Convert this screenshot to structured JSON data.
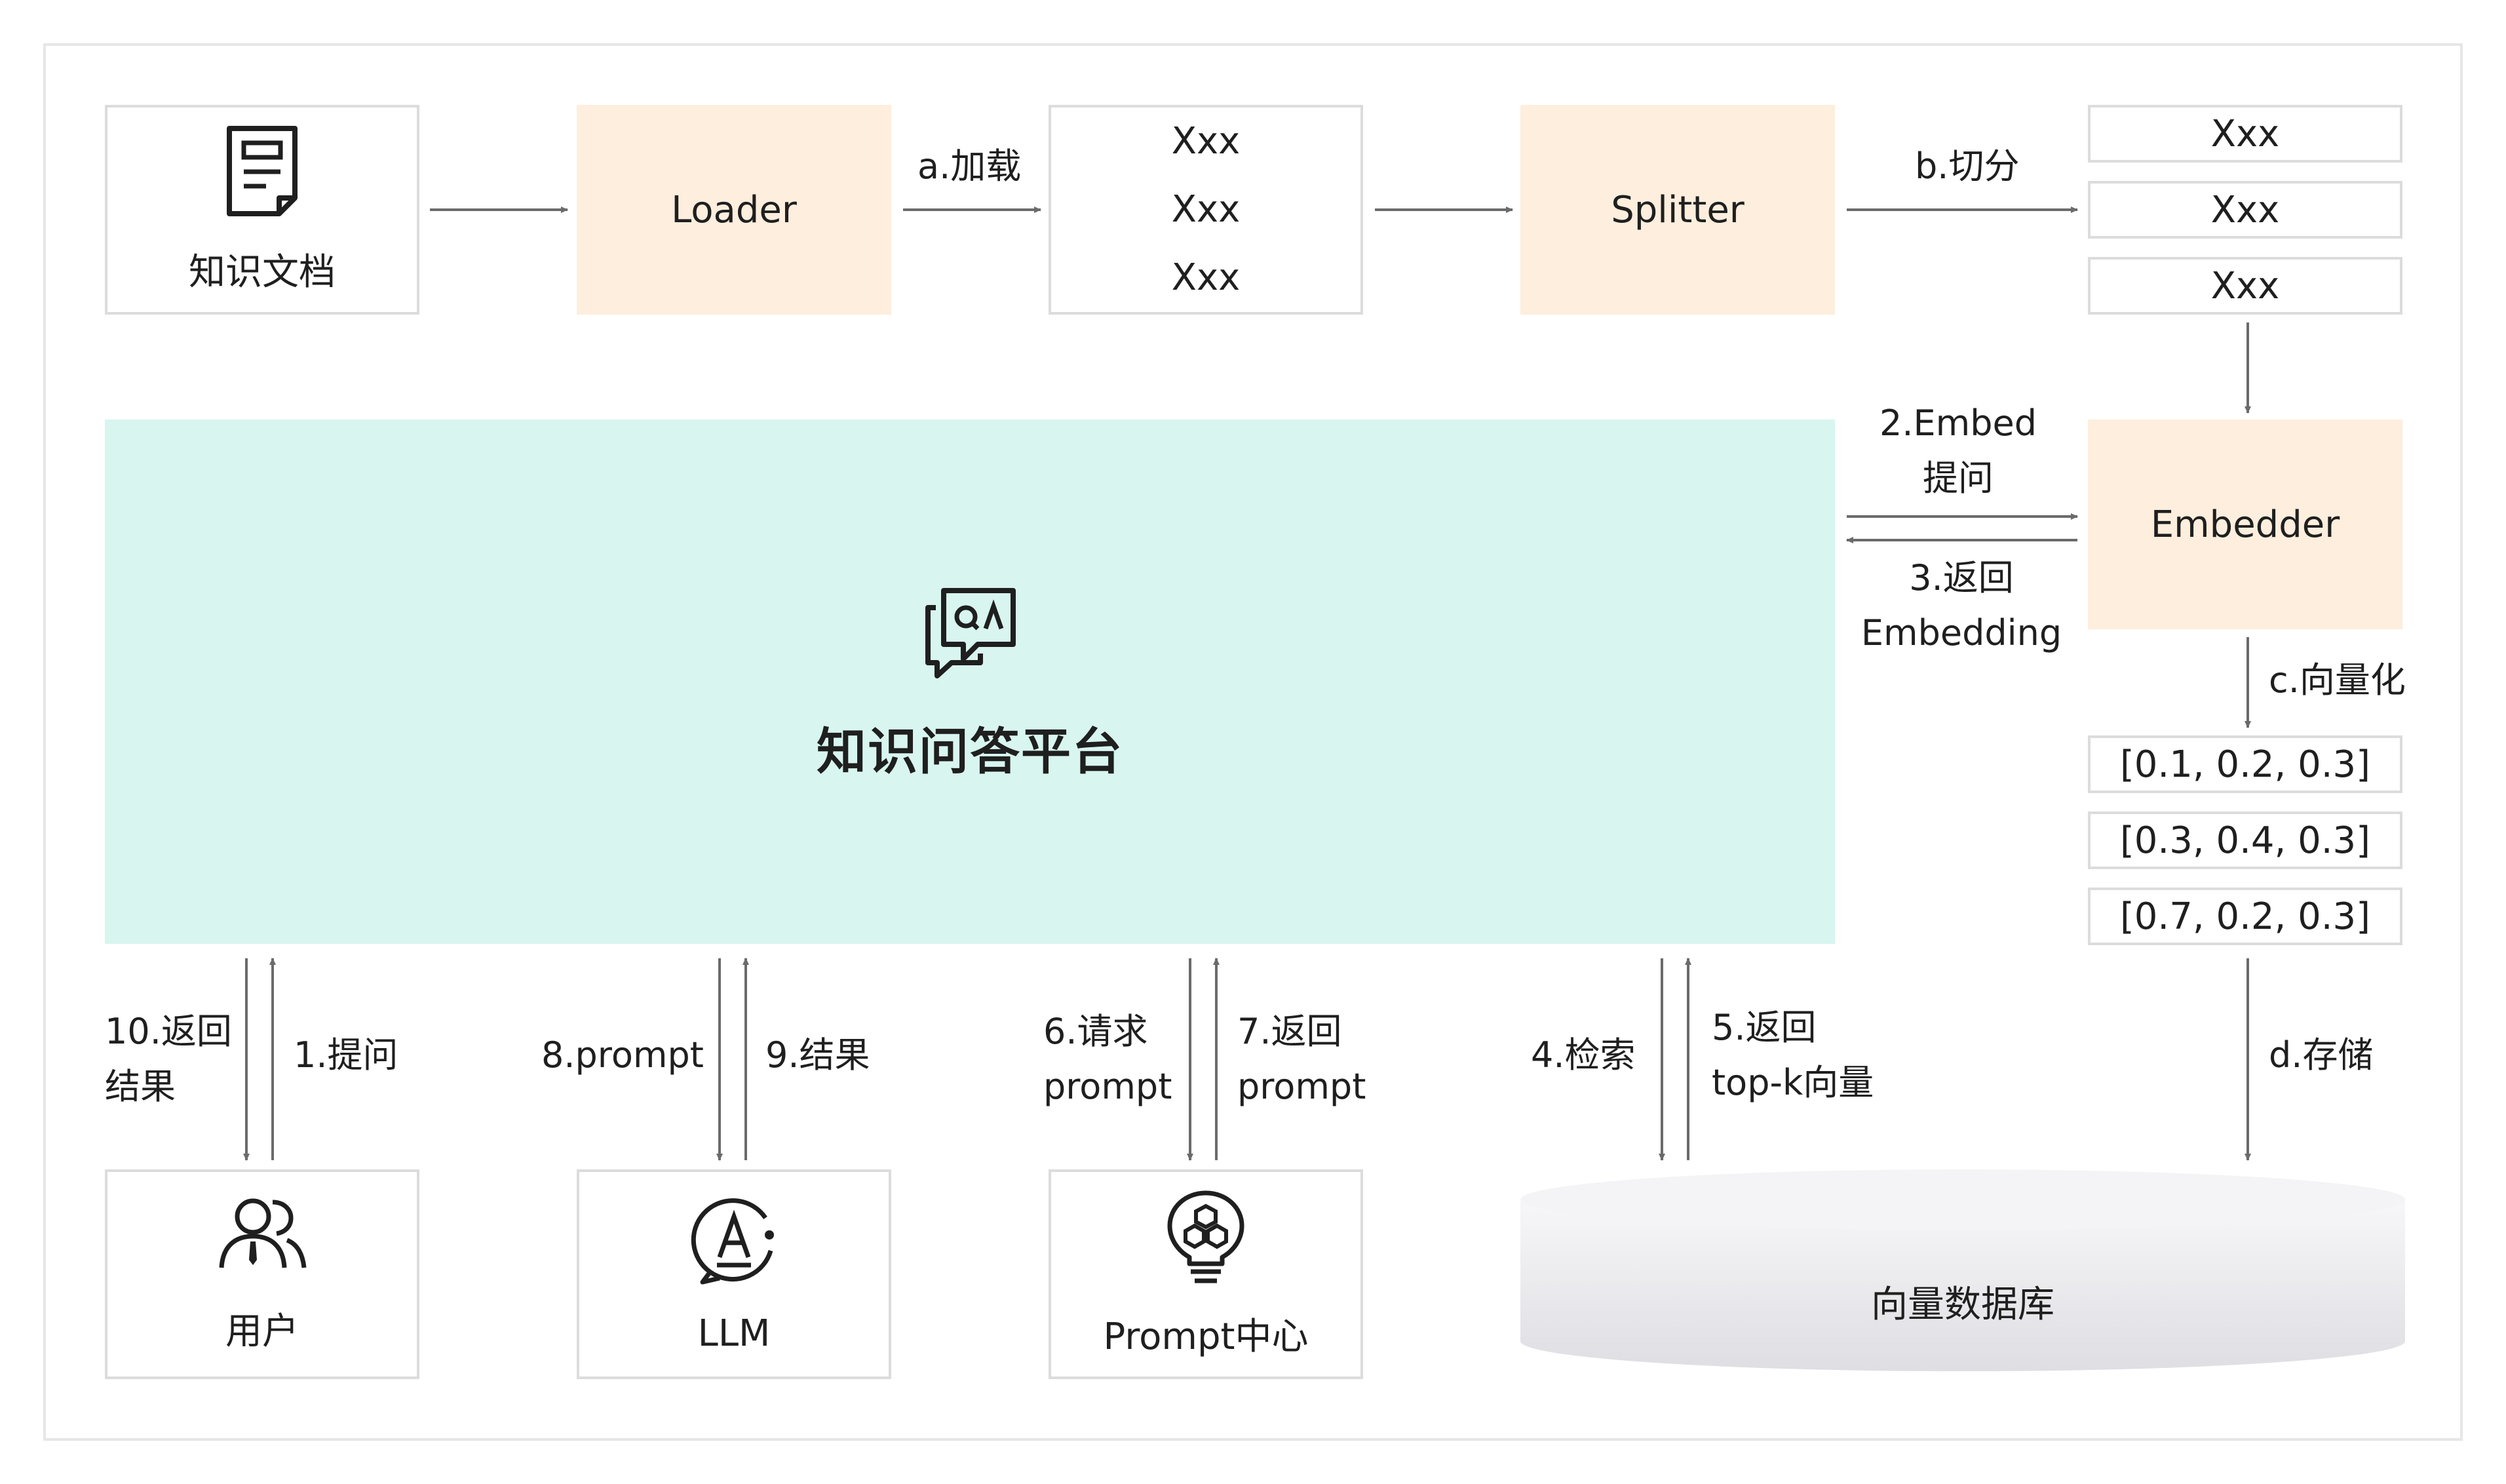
{
  "doc": {
    "title": "知识文档"
  },
  "loader": {
    "label": "Loader"
  },
  "loaded": {
    "items": [
      "Xxx",
      "Xxx",
      "Xxx"
    ]
  },
  "splitter": {
    "label": "Splitter"
  },
  "chunks": {
    "items": [
      "Xxx",
      "Xxx",
      "Xxx"
    ]
  },
  "embedder": {
    "label": "Embedder"
  },
  "vectors": {
    "items": [
      "[0.1, 0.2, 0.3]",
      "[0.3, 0.4, 0.3]",
      "[0.7, 0.2, 0.3]"
    ]
  },
  "platform": {
    "title": "知识问答平台",
    "icon": "qa-chat-icon"
  },
  "user": {
    "label": "用户",
    "icon": "users-icon"
  },
  "llm": {
    "label": "LLM",
    "icon": "llm-icon"
  },
  "prompt_center": {
    "label": "Prompt中心",
    "icon": "bulb-icon"
  },
  "vector_db": {
    "label": "向量数据库"
  },
  "edges": {
    "a": "a.加载",
    "b": "b.切分",
    "c": "c.向量化",
    "d": "d.存储",
    "e2": [
      "2.Embed",
      "提问"
    ],
    "e3": [
      "3.返回",
      "Embedding"
    ],
    "e10": [
      "10.返回",
      "结果"
    ],
    "e1": "1.提问",
    "e8": "8.prompt",
    "e9": "9.结果",
    "e6": [
      "6.请求",
      "prompt"
    ],
    "e7": [
      "7.返回",
      "prompt"
    ],
    "e4": "4.检索",
    "e5": [
      "5.返回",
      "top-k向量"
    ]
  },
  "colors": {
    "peach": "#fdeedd",
    "mint": "#d8f5ef",
    "arrow": "#6b6b6b",
    "db": "#e9e9ec"
  }
}
